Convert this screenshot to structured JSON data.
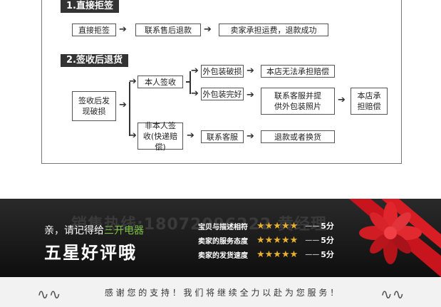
{
  "section1": {
    "title": "1.直接拒签",
    "steps": [
      "直接拒签",
      "联系售后退款",
      "卖家承担运费，退款成功"
    ]
  },
  "section2": {
    "title": "2.签收后退货",
    "start": "签收后发现破损",
    "self_sign": "本人签收",
    "package_damaged": "外包装破损",
    "store_no_comp": "本店无法承担赔偿",
    "package_intact": "外包装完好",
    "contact_service": "联系客服并提供外包装照片",
    "store_comp": "本店承担赔偿",
    "other_sign": "非本人签收(快递赔偿)",
    "contact_cs": "联系客服",
    "refund": "退款或者换货"
  },
  "banner": {
    "hotline_watermark": "销售热线:18072096222 黄经理",
    "line1_prefix": "亲，请记得给",
    "line1_brand": "三开电器",
    "line2": "五星好评哦",
    "ratings": [
      {
        "label": "宝贝与描述相符",
        "stars": 5,
        "score": "5分"
      },
      {
        "label": "卖家的服务态度",
        "stars": 5,
        "score": "5分"
      },
      {
        "label": "卖家的发货速度",
        "stars": 5,
        "score": "5分"
      }
    ],
    "brand_color": "#7bc043",
    "star_color": "#e9b12c"
  },
  "footer": {
    "thanks": "感 谢 您 的 支 持 ！ 我 们 将 继 续 全 力 以 赴 为 您 服 务 ！"
  }
}
